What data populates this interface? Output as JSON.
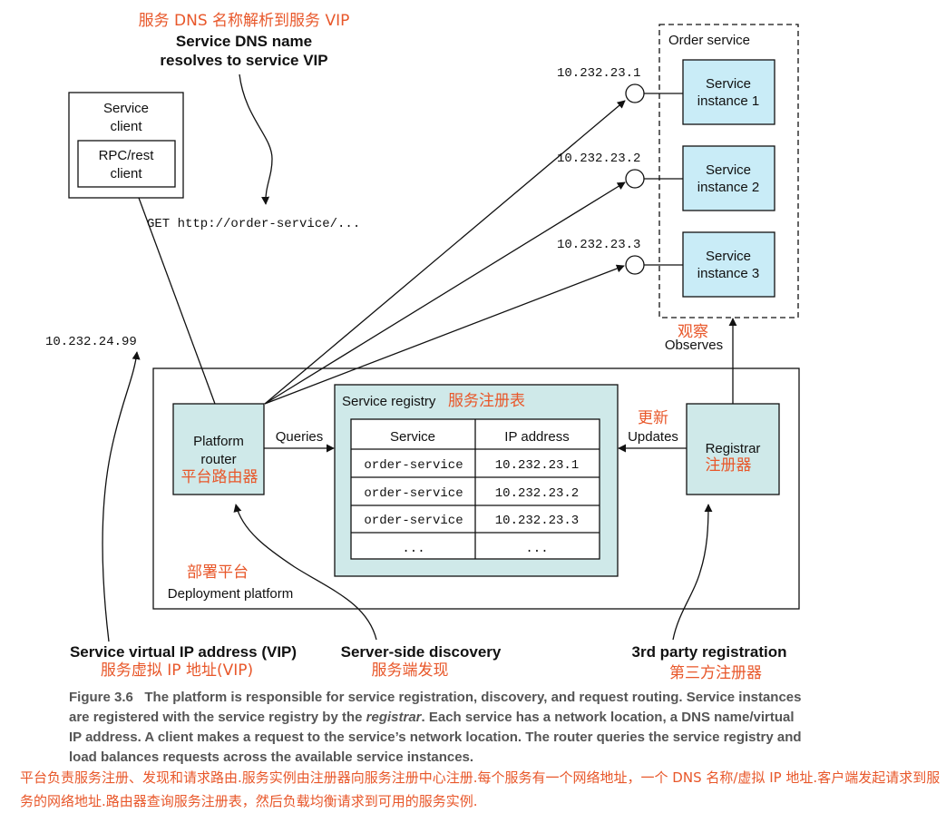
{
  "annotations": {
    "dns_cn": "服务 DNS 名称解析到服务 VIP",
    "dns_line1": "Service DNS name",
    "dns_line2": "resolves to service VIP",
    "get_request": "GET http://order-service/...",
    "vip_address": "10.232.24.99",
    "vip_label": "Service virtual IP address (VIP)",
    "vip_cn": "服务虚拟 IP 地址(VIP)",
    "server_side_label": "Server-side discovery",
    "server_side_cn": "服务端发现",
    "third_party_label": "3rd party registration",
    "third_party_cn": "第三方注册器",
    "observes_cn": "观察",
    "observes": "Observes",
    "updates_cn": "更新",
    "updates": "Updates",
    "queries": "Queries"
  },
  "service_client": {
    "line1": "Service",
    "line2": "client",
    "rpc_line1": "RPC/rest",
    "rpc_line2": "client"
  },
  "order_service": {
    "title": "Order service",
    "instances": [
      {
        "ip": "10.232.23.1",
        "line1": "Service",
        "line2": "instance 1"
      },
      {
        "ip": "10.232.23.2",
        "line1": "Service",
        "line2": "instance 2"
      },
      {
        "ip": "10.232.23.3",
        "line1": "Service",
        "line2": "instance 3"
      }
    ]
  },
  "deployment_platform": {
    "cn": "部署平台",
    "label": "Deployment platform"
  },
  "platform_router": {
    "line1": "Platform",
    "line2": "router",
    "cn": "平台路由器"
  },
  "service_registry": {
    "title": "Service registry",
    "title_cn": "服务注册表",
    "headers": [
      "Service",
      "IP address"
    ],
    "rows": [
      [
        "order-service",
        "10.232.23.1"
      ],
      [
        "order-service",
        "10.232.23.2"
      ],
      [
        "order-service",
        "10.232.23.3"
      ],
      [
        "...",
        "..."
      ]
    ]
  },
  "registrar": {
    "label": "Registrar",
    "cn": "注册器"
  },
  "caption": {
    "label": "Figure 3.6",
    "text_before": "The platform is responsible for service registration, discovery, and request routing. Service instances are registered with the service registry by the",
    "text_italic": "registrar",
    "text_after": ". Each service has a network location, a DNS name/virtual IP address. A client makes a request to the service’s network location. The router queries the service registry and load balances requests across the available service instances.",
    "cn": "平台负责服务注册、发现和请求路由.服务实例由注册器向服务注册中心注册.每个服务有一个网络地址，一个 DNS 名称/虚拟 IP 地址.客户端发起请求到服务的网络地址.路由器查询服务注册表，然后负载均衡请求到可用的服务实例."
  },
  "colors": {
    "accent_orange": "#e8572a",
    "instance_fill": "#c9ecf7",
    "platform_fill": "#cfe9e9",
    "caption_gray": "#555555"
  },
  "icons": [
    "ip-endpoint-circle-icon",
    "arrowhead-icon"
  ]
}
